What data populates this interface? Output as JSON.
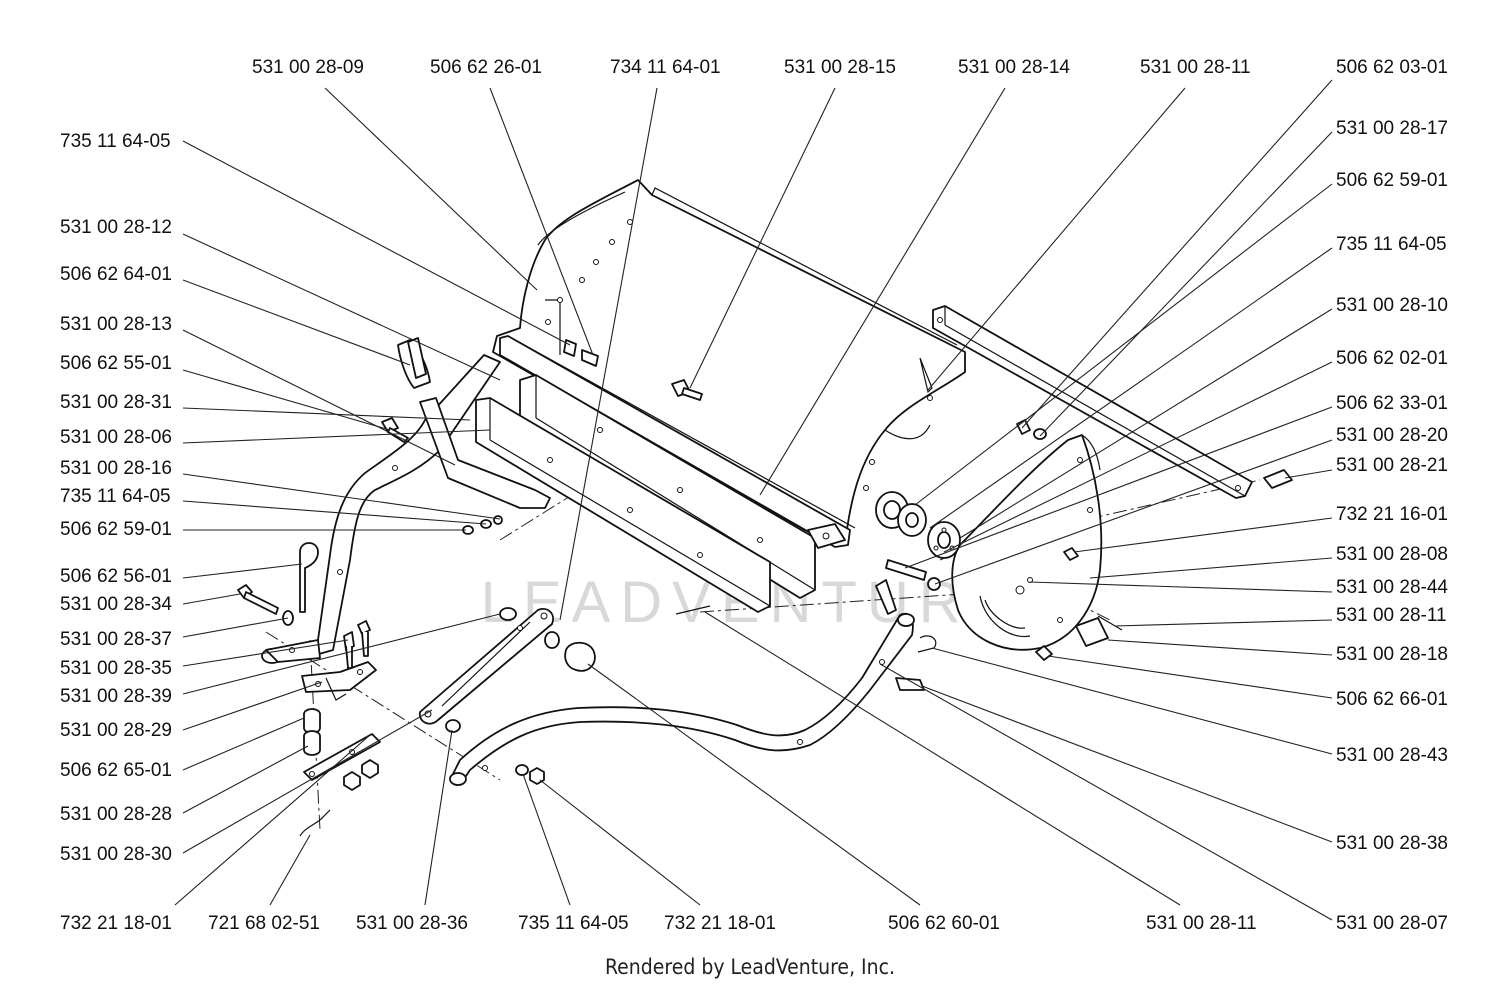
{
  "diagram": {
    "part_labels": [
      "531 00 28-09",
      "506 62 26-01",
      "734 11 64-01",
      "531 00 28-15",
      "531 00 28-14",
      "531 00 28-11",
      "506 62 03-01",
      "735 11 64-05",
      "531 00 28-12",
      "506 62 64-01",
      "531 00 28-13",
      "506 62 55-01",
      "531 00 28-31",
      "531 00 28-06",
      "531 00 28-16",
      "735 11 64-05",
      "506 62 59-01",
      "506 62 56-01",
      "531 00 28-34",
      "531 00 28-37",
      "531 00 28-35",
      "531 00 28-39",
      "531 00 28-29",
      "506 62 65-01",
      "531 00 28-28",
      "531 00 28-30",
      "531 00 28-17",
      "506 62 59-01",
      "735 11 64-05",
      "531 00 28-10",
      "506 62 02-01",
      "506 62 33-01",
      "531 00 28-20",
      "531 00 28-21",
      "732 21 16-01",
      "531 00 28-08",
      "531 00 28-44",
      "531 00 28-11",
      "531 00 28-18",
      "506 62 66-01",
      "531 00 28-43",
      "531 00 28-38",
      "531 00 28-07",
      "732 21 18-01",
      "721 68 02-51",
      "531 00 28-36",
      "735 11 64-05",
      "732 21 18-01",
      "506 62 60-01",
      "531 00 28-11"
    ],
    "footer": "Rendered by LeadVenture, Inc.",
    "watermark": "LEADVENTURE"
  }
}
